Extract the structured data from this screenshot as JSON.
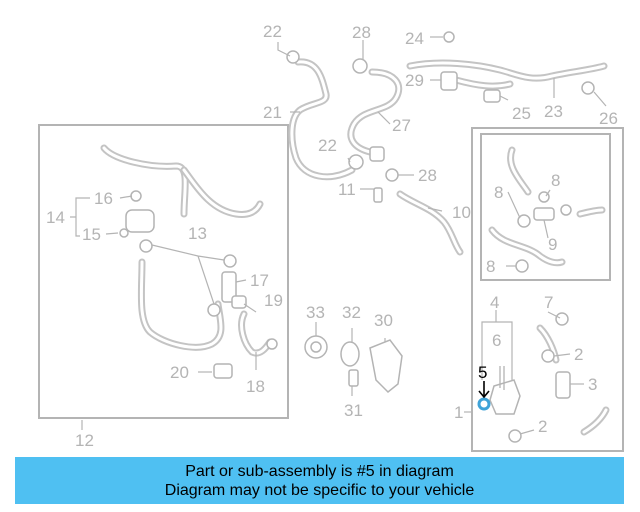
{
  "colors": {
    "banner": "#4fc0f2",
    "lines": "#b4b4b4",
    "highlight": "#000000",
    "background": "#ffffff"
  },
  "banner": {
    "line1": "Part or sub-assembly is #5 in diagram",
    "line2": "Diagram may not be specific to your vehicle"
  },
  "highlighted_part": "5",
  "callouts": {
    "n22a": "22",
    "n28a": "28",
    "n24": "24",
    "n29": "29",
    "n21": "21",
    "n27": "27",
    "n25": "25",
    "n23": "23",
    "n26": "26",
    "n22b": "22",
    "n28b": "28",
    "n11": "11",
    "n10": "10",
    "n16": "16",
    "n14": "14",
    "n15": "15",
    "n13": "13",
    "n17": "17",
    "n19": "19",
    "n18": "18",
    "n20": "20",
    "n12": "12",
    "n33": "33",
    "n32": "32",
    "n30": "30",
    "n31": "31",
    "n8a": "8",
    "n8b": "8",
    "n9": "9",
    "n8c": "8",
    "n4": "4",
    "n7": "7",
    "n6": "6",
    "n2a": "2",
    "n5": "5",
    "n3": "3",
    "n1": "1",
    "n2b": "2"
  }
}
